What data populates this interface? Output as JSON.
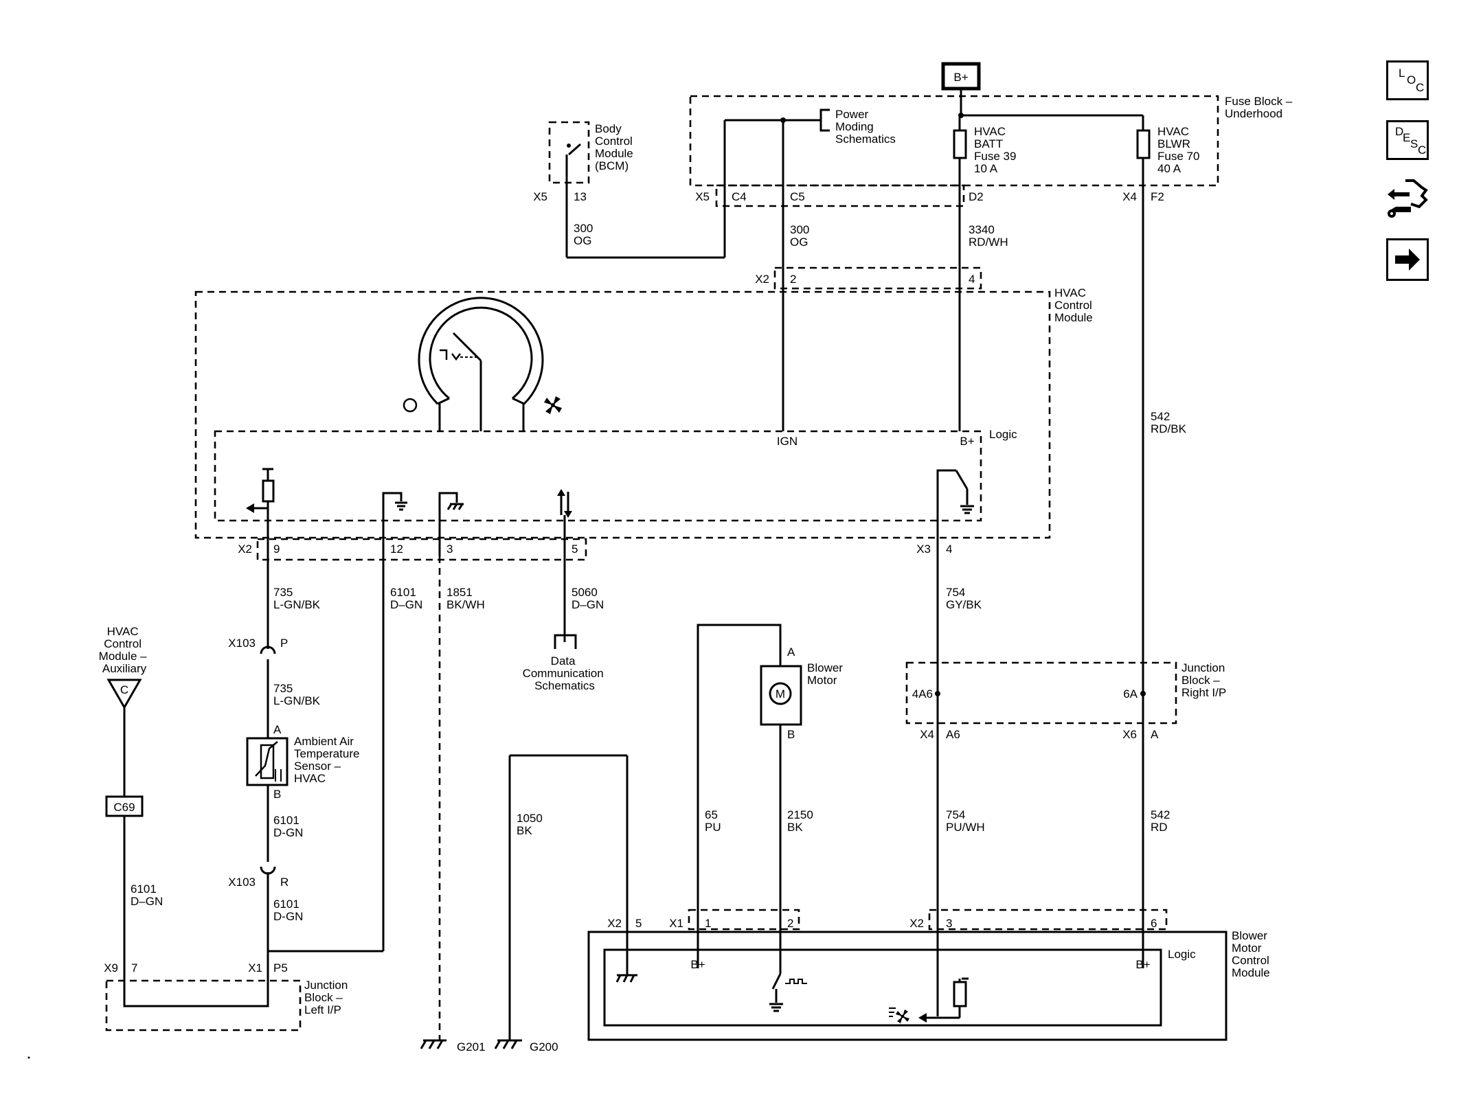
{
  "nav": {
    "loc": [
      "L",
      "O",
      "C"
    ],
    "desc": [
      "D",
      "E",
      "S",
      "C"
    ],
    "colors": {
      "ink": "#000000",
      "paper": "#ffffff"
    },
    "icons": [
      "locator-icon",
      "description-icon",
      "component-icon",
      "next-page-icon"
    ]
  },
  "labels": {
    "bplus_top": "B+",
    "fuse_block": [
      "Fuse Block –",
      "Underhood"
    ],
    "bcm": [
      "Body",
      "Control",
      "Module",
      "(BCM)"
    ],
    "power_moding": [
      "Power",
      "Moding",
      "Schematics"
    ],
    "fuse39": [
      "HVAC",
      "BATT",
      "Fuse 39",
      "10 A"
    ],
    "fuse70": [
      "HVAC",
      "BLWR",
      "Fuse 70",
      "40 A"
    ],
    "x5_left": "X5",
    "pin_13": "13",
    "x5_fb": "X5",
    "c4": "C4",
    "c5": "C5",
    "d2": "D2",
    "x4_fb": "X4",
    "f2": "F2",
    "wire_300_og_a": [
      "300",
      "OG"
    ],
    "wire_300_og_b": [
      "300",
      "OG"
    ],
    "wire_3340": [
      "3340",
      "RD/WH"
    ],
    "x2_top": "X2",
    "pin_2": "2",
    "pin_4": "4",
    "hvac_cm": [
      "HVAC",
      "Control",
      "Module"
    ],
    "wire_542_rdbk": [
      "542",
      "RD/BK"
    ],
    "ign": "IGN",
    "bplus_logic": "B+",
    "logic": "Logic",
    "x2_bot": "X2",
    "pin_9": "9",
    "pin_12": "12",
    "pin_3": "3",
    "pin_5": "5",
    "x3": "X3",
    "pin_4b": "4",
    "wire_735_a": [
      "735",
      "L-GN/BK"
    ],
    "wire_6101_a": [
      "6101",
      "D–GN"
    ],
    "wire_1851": [
      "1851",
      "BK/WH"
    ],
    "wire_5060": [
      "5060",
      "D–GN"
    ],
    "wire_754_gybk": [
      "754",
      "GY/BK"
    ],
    "hvac_aux": [
      "HVAC",
      "Control",
      "Module –",
      "Auxiliary"
    ],
    "aux_conn": "C",
    "x103_p": "X103",
    "pin_p": "P",
    "wire_735_b": [
      "735",
      "L-GN/BK"
    ],
    "data_comm": [
      "Data",
      "Communication",
      "Schematics"
    ],
    "blower_motor": [
      "Blower",
      "Motor"
    ],
    "motor_a": "A",
    "motor_b": "B",
    "motor_m": "M",
    "jb_right": [
      "Junction",
      "Block –",
      "Right I/P"
    ],
    "pin_4a6": "4A6",
    "pin_6a": "6A",
    "x4_jb": "X4",
    "a6": "A6",
    "x6_jb": "X6",
    "pin_a_jb": "A",
    "sensor": [
      "Ambient Air",
      "Temperature",
      "Sensor –",
      "HVAC"
    ],
    "sensor_a": "A",
    "sensor_b": "B",
    "c69": "C69",
    "wire_6101_b": [
      "6101",
      "D-GN"
    ],
    "wire_1050": [
      "1050",
      "BK"
    ],
    "wire_65": [
      "65",
      "PU"
    ],
    "wire_2150": [
      "2150",
      "BK"
    ],
    "wire_754_puwh": [
      "754",
      "PU/WH"
    ],
    "wire_542_rd": [
      "542",
      "RD"
    ],
    "x103_r": "X103",
    "pin_r": "R",
    "wire_6101_c": [
      "6101",
      "D–GN"
    ],
    "wire_6101_d": [
      "6101",
      "D-GN"
    ],
    "x2_bmcm": "X2",
    "pin_5b": "5",
    "x1_bmcm": "X1",
    "pin_1": "1",
    "pin_2b": "2",
    "x2_bmcm_b": "X2",
    "pin_3b": "3",
    "pin_6": "6",
    "bmcm": [
      "Blower",
      "Motor",
      "Control",
      "Module"
    ],
    "bmcm_logic": "Logic",
    "bmcm_bplus_l": "B+",
    "bmcm_bplus_r": "B+",
    "x9": "X9",
    "pin_7": "7",
    "x1_jb": "X1",
    "pin_p5": "P5",
    "jb_left": [
      "Junction",
      "Block –",
      "Left I/P"
    ],
    "g201": "G201",
    "g200": "G200"
  }
}
